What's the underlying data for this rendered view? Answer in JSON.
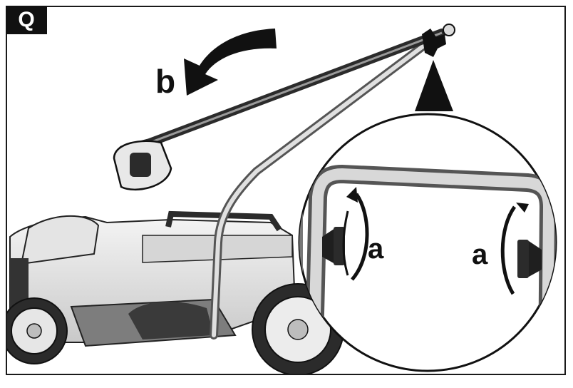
{
  "figure": {
    "badge": "Q",
    "label_b": "b",
    "label_a_left": "a",
    "label_a_right": "a"
  },
  "colors": {
    "ink": "#111111",
    "body_light": "#ececec",
    "body_mid": "#bdbdbd",
    "body_dark": "#8a8a8a",
    "handle": "#2b2b2b"
  },
  "icons": [
    "rotate-arrow-icon",
    "rotation-arrow-icon",
    "pointer-triangle-icon"
  ]
}
